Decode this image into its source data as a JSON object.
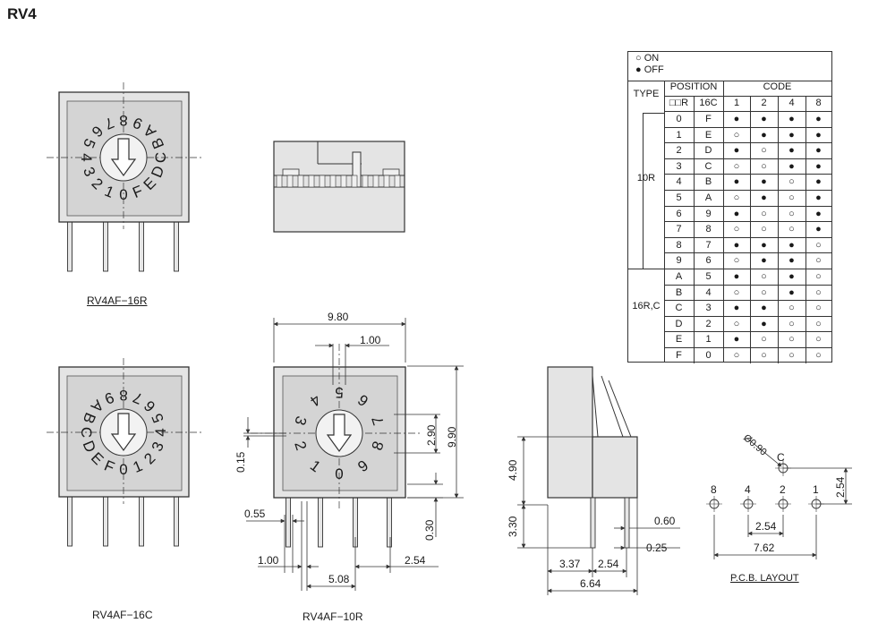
{
  "title": "RV4",
  "captions": {
    "rv4af_16r": "RV4AF−16R",
    "rv4af_16c": "RV4AF−16C",
    "rv4af_10r": "RV4AF−10R",
    "pcb_layout": "P.C.B. LAYOUT"
  },
  "dial_labels": {
    "r16": [
      "0",
      "1",
      "2",
      "3",
      "4",
      "5",
      "6",
      "7",
      "8",
      "9",
      "A",
      "B",
      "C",
      "D",
      "E",
      "F"
    ],
    "c16": [
      "0",
      "1",
      "2",
      "3",
      "4",
      "5",
      "6",
      "7",
      "8",
      "9",
      "A",
      "B",
      "C",
      "D",
      "E",
      "F"
    ],
    "r10": [
      "0",
      "1",
      "2",
      "3",
      "4",
      "5",
      "6",
      "7",
      "8",
      "9"
    ]
  },
  "dimensions": {
    "width_980": "9.80",
    "offset_100": "1.00",
    "height_290": "2.90",
    "height_990": "9.90",
    "offset_015": "0.15",
    "pin_055": "0.55",
    "pin_gap_030": "0.30",
    "offset_100b": "1.00",
    "pitch_254": "2.54",
    "span_508": "5.08",
    "side_490": "4.90",
    "side_330": "3.30",
    "side_060": "0.60",
    "side_025": "0.25",
    "side_337": "3.37",
    "side_254": "2.54",
    "side_664": "6.64",
    "pcb_hole": "Ø0.90",
    "pcb_c": "C",
    "pcb_254v": "2.54",
    "pcb_254h": "2.54",
    "pcb_762": "7.62",
    "pcb_pins": [
      "8",
      "4",
      "2",
      "1"
    ]
  },
  "code_table": {
    "legend_on": "○ ON",
    "legend_off": "● OFF",
    "type_header": "TYPE",
    "position_header": "POSITION",
    "code_header": "CODE",
    "sub_r": "□□R",
    "sub_16c": "16C",
    "code_bits": [
      "1",
      "2",
      "4",
      "8"
    ],
    "type_10r": "10R",
    "type_16rc": "16R,C",
    "rows": [
      {
        "r": "0",
        "c": "F",
        "bits": [
          "●",
          "●",
          "●",
          "●"
        ]
      },
      {
        "r": "1",
        "c": "E",
        "bits": [
          "○",
          "●",
          "●",
          "●"
        ]
      },
      {
        "r": "2",
        "c": "D",
        "bits": [
          "●",
          "○",
          "●",
          "●"
        ]
      },
      {
        "r": "3",
        "c": "C",
        "bits": [
          "○",
          "○",
          "●",
          "●"
        ]
      },
      {
        "r": "4",
        "c": "B",
        "bits": [
          "●",
          "●",
          "○",
          "●"
        ]
      },
      {
        "r": "5",
        "c": "A",
        "bits": [
          "○",
          "●",
          "○",
          "●"
        ]
      },
      {
        "r": "6",
        "c": "9",
        "bits": [
          "●",
          "○",
          "○",
          "●"
        ]
      },
      {
        "r": "7",
        "c": "8",
        "bits": [
          "○",
          "○",
          "○",
          "●"
        ]
      },
      {
        "r": "8",
        "c": "7",
        "bits": [
          "●",
          "●",
          "●",
          "○"
        ]
      },
      {
        "r": "9",
        "c": "6",
        "bits": [
          "○",
          "●",
          "●",
          "○"
        ]
      },
      {
        "r": "A",
        "c": "5",
        "bits": [
          "●",
          "○",
          "●",
          "○"
        ]
      },
      {
        "r": "B",
        "c": "4",
        "bits": [
          "○",
          "○",
          "●",
          "○"
        ]
      },
      {
        "r": "C",
        "c": "3",
        "bits": [
          "●",
          "●",
          "○",
          "○"
        ]
      },
      {
        "r": "D",
        "c": "2",
        "bits": [
          "○",
          "●",
          "○",
          "○"
        ]
      },
      {
        "r": "E",
        "c": "1",
        "bits": [
          "●",
          "○",
          "○",
          "○"
        ]
      },
      {
        "r": "F",
        "c": "0",
        "bits": [
          "○",
          "○",
          "○",
          "○"
        ]
      }
    ]
  },
  "colors": {
    "body_fill": "#dcdcdc",
    "line": "#333333",
    "pin_fill": "#e6e6e6"
  }
}
